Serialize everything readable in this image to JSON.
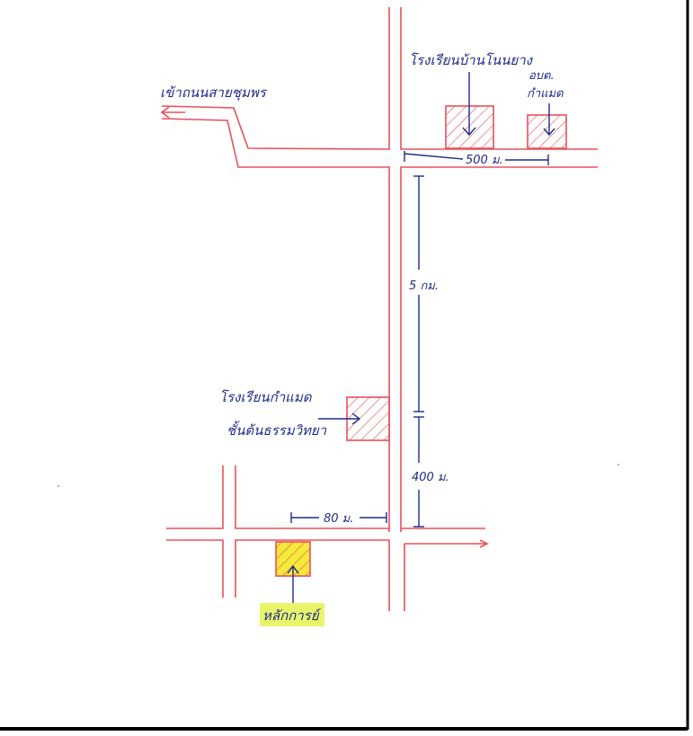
{
  "map": {
    "labels": {
      "to_highway": "เข้าถนนสายชุมพร",
      "school_top": "โรงเรียนบ้านโนนยาง",
      "obt": "อบต.",
      "obt_name": "กำแมด",
      "dist_500": "500 ม.",
      "dist_5km": "5 กม.",
      "school_mid_1": "โรงเรียนกำแมด",
      "school_mid_2": "ชั้นต้นธรรมวิทยา",
      "dist_400": "400 ม.",
      "dist_80": "80 ม.",
      "destination": "หลักการย์"
    },
    "colors": {
      "road": "#e8505b",
      "ink": "#1f2a8a",
      "hatch": "#e8505b",
      "highlight": "#e8f56a",
      "dest_fill": "#f3ea3a"
    }
  }
}
